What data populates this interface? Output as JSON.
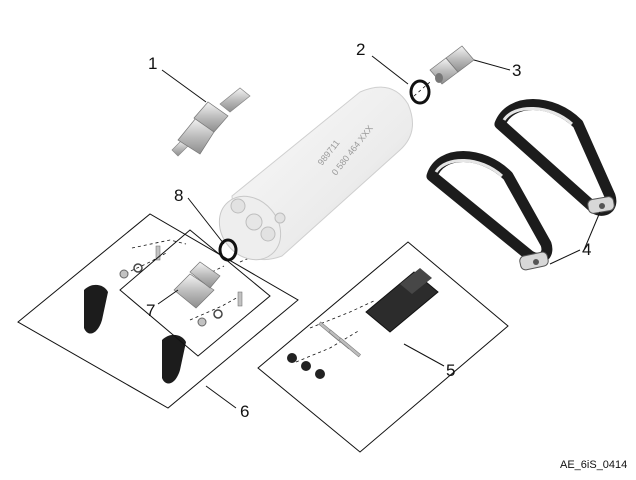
{
  "callouts": [
    {
      "label": "1"
    },
    {
      "label": "2"
    },
    {
      "label": "3"
    },
    {
      "label": "4"
    },
    {
      "label": "5"
    },
    {
      "label": "6"
    },
    {
      "label": "7"
    },
    {
      "label": "8"
    }
  ],
  "pump_marking": {
    "line1": "989711",
    "line2": "0 580 464 XXX"
  },
  "reference_code": "AE_6iS_0414",
  "colors": {
    "outline": "#111111",
    "pump_body": "#f2f2f2",
    "metal": "#cfcfcf",
    "rubber": "#1c1c1c"
  }
}
